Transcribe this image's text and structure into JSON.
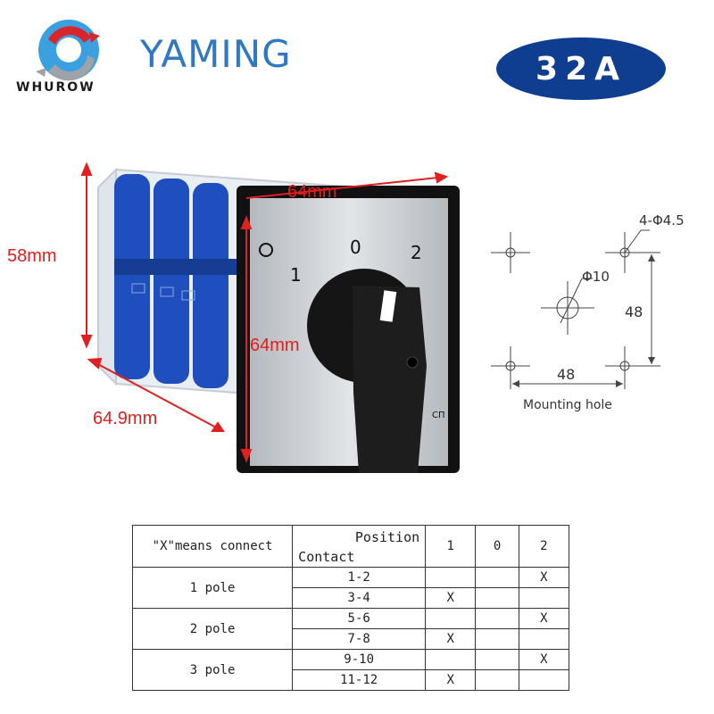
{
  "header": {
    "logo_text": "WHUROW",
    "brand": "YAMING",
    "rating": "32A"
  },
  "colors": {
    "brand_blue": "#2f78c4",
    "badge_blue": "#0f3e91",
    "dimension_red": "#e02020",
    "switch_blue": "#1f4fbf"
  },
  "dimensions": {
    "height": "58mm",
    "front_width": "64mm",
    "front_height": "64mm",
    "depth": "64.9mm"
  },
  "switch_face": {
    "pos_left": "1",
    "pos_mid": "0",
    "pos_right": "2",
    "mark": "СП"
  },
  "mounting": {
    "hole_spec": "4-Φ4.5",
    "center_hole": "Φ10",
    "vertical_spacing": "48",
    "horizontal_spacing": "48",
    "caption": "Mounting hole"
  },
  "table": {
    "legend": "\"X\"means connect",
    "position_label": "Position",
    "contact_label": "Contact",
    "positions": [
      "1",
      "0",
      "2"
    ],
    "groups": [
      {
        "name": "1 pole",
        "rows": [
          {
            "contact": "1-2",
            "p1": "",
            "p0": "",
            "p2": "X"
          },
          {
            "contact": "3-4",
            "p1": "X",
            "p0": "",
            "p2": ""
          }
        ]
      },
      {
        "name": "2 pole",
        "rows": [
          {
            "contact": "5-6",
            "p1": "",
            "p0": "",
            "p2": "X"
          },
          {
            "contact": "7-8",
            "p1": "X",
            "p0": "",
            "p2": ""
          }
        ]
      },
      {
        "name": "3 pole",
        "rows": [
          {
            "contact": "9-10",
            "p1": "",
            "p0": "",
            "p2": "X"
          },
          {
            "contact": "11-12",
            "p1": "X",
            "p0": "",
            "p2": ""
          }
        ]
      }
    ]
  }
}
